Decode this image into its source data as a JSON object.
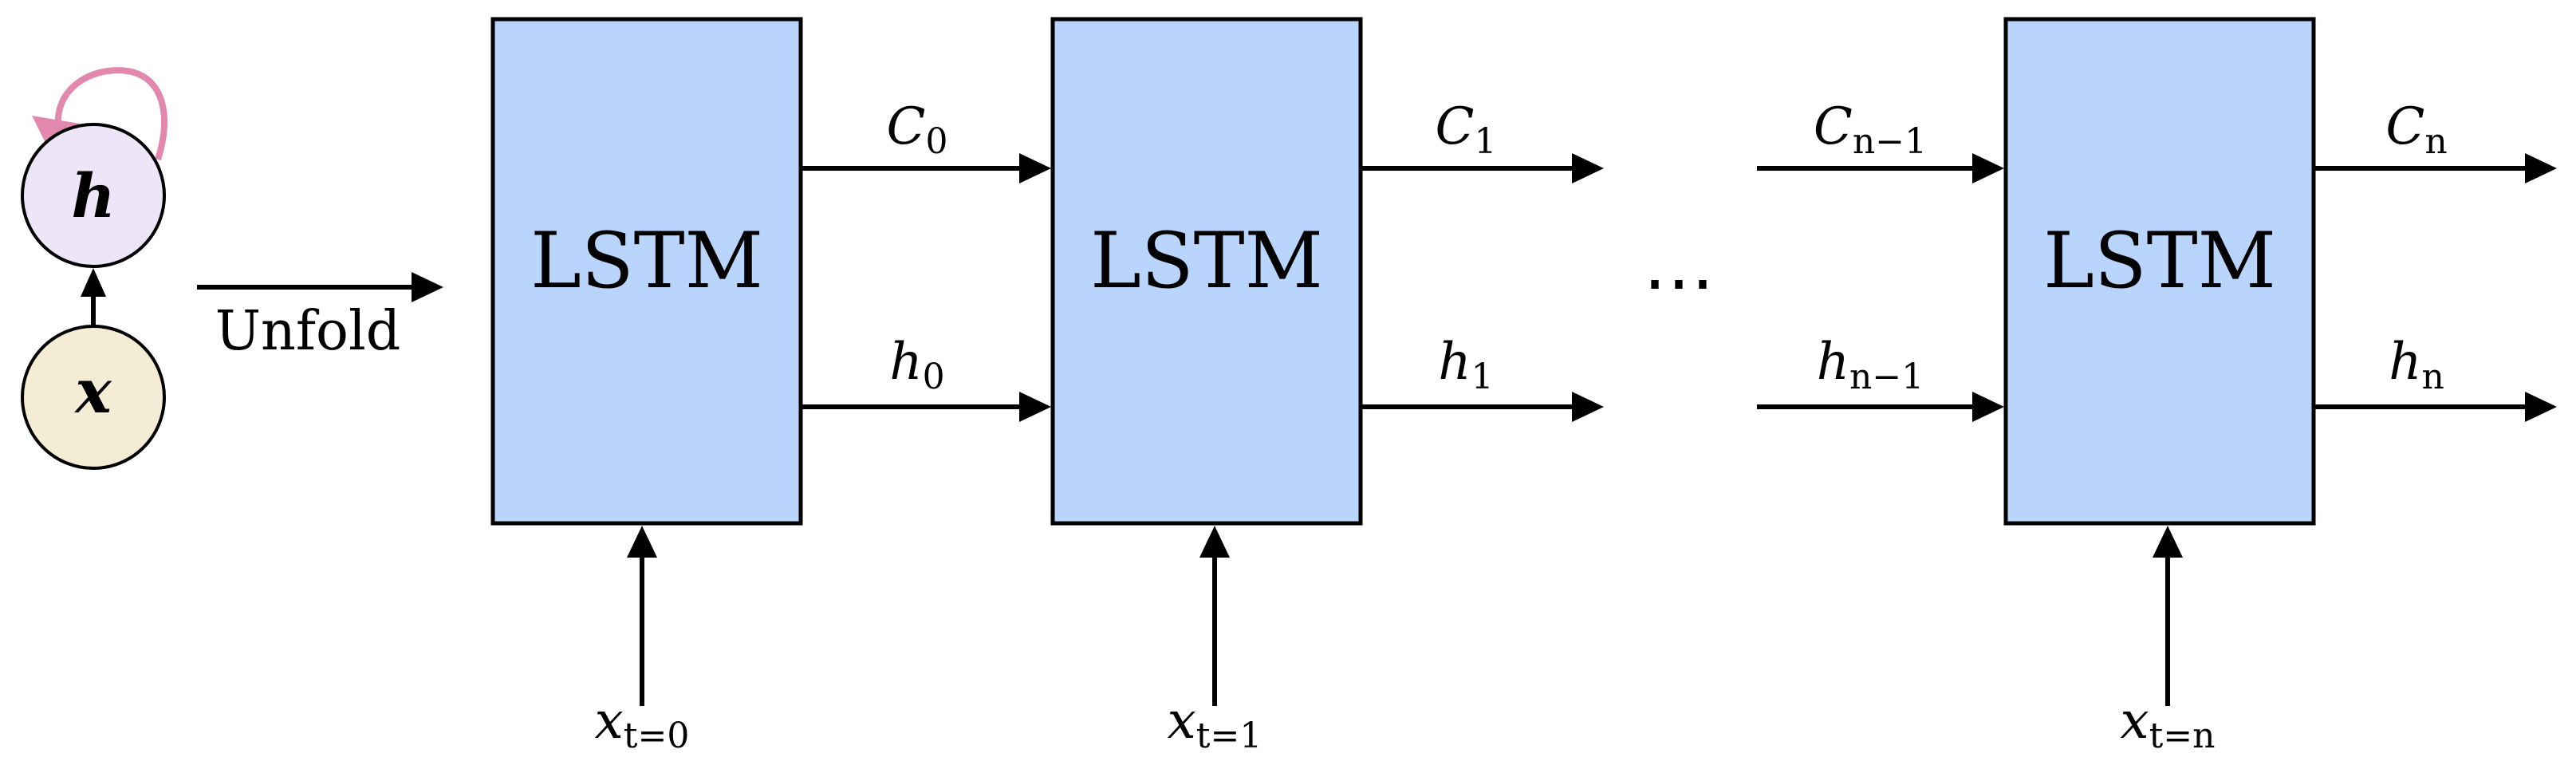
{
  "colors": {
    "box_fill": "#b9d5fc",
    "stroke": "#000000",
    "h_node_fill": "#ede6f8",
    "x_node_fill": "#f4ecd5",
    "recurrence_arrow": "#e287ad",
    "background": "#ffffff"
  },
  "folded": {
    "h_label": "h",
    "x_label": "x",
    "unfold_label": "Unfold"
  },
  "cells": [
    {
      "label": "LSTM",
      "input_main": "x",
      "input_sub": "t=0"
    },
    {
      "label": "LSTM",
      "input_main": "x",
      "input_sub": "t=1"
    },
    {
      "label": "LSTM",
      "input_main": "x",
      "input_sub": "t=n"
    }
  ],
  "outputs": {
    "c0": {
      "main": "C",
      "sub": "0"
    },
    "h0": {
      "main": "h",
      "sub": "0"
    },
    "c1": {
      "main": "C",
      "sub": "1"
    },
    "h1": {
      "main": "h",
      "sub": "1"
    },
    "cn_minus_1": {
      "main": "C",
      "sub": "n−1"
    },
    "hn_minus_1": {
      "main": "h",
      "sub": "n−1"
    },
    "cn": {
      "main": "C",
      "sub": "n"
    },
    "hn": {
      "main": "h",
      "sub": "n"
    }
  },
  "ellipsis": "⋯"
}
